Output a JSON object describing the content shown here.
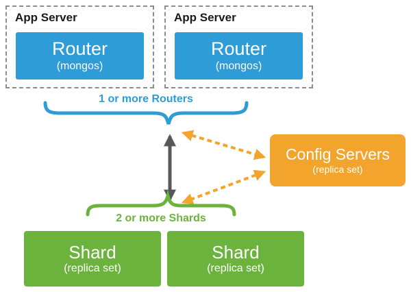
{
  "colors": {
    "blue": "#2E9CD6",
    "orange": "#F2A42D",
    "green": "#6CB33E",
    "arrow_gray": "#58585A",
    "border_gray": "#8C8C8C",
    "text_dark": "#1A1A1A"
  },
  "app_server": {
    "label": "App Server",
    "router": {
      "title": "Router",
      "subtitle": "(mongos)"
    }
  },
  "routers_group_label": "1 or more Routers",
  "config_servers": {
    "title": "Config Servers",
    "subtitle": "(replica set)"
  },
  "shards_group_label": "2 or more Shards",
  "shard": {
    "title": "Shard",
    "subtitle": "(replica set)"
  }
}
